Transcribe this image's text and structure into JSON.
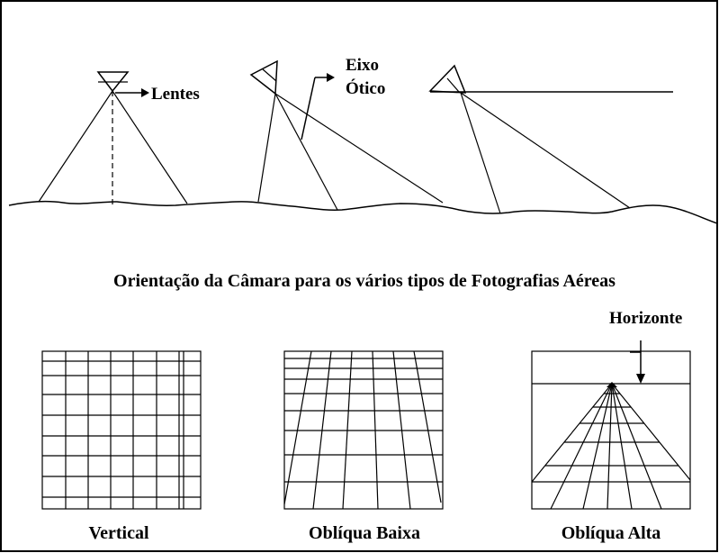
{
  "top_labels": {
    "lens": "Lentes",
    "optical_axis_line1": "Eixo",
    "optical_axis_line2": "Ótico"
  },
  "title": "Orientação da Câmara para os vários tipos de Fotografias Aéreas",
  "horizon_label": "Horizonte",
  "captions": {
    "vertical": "Vertical",
    "low_oblique": "Oblíqua Baixa",
    "high_oblique": "Oblíqua Alta"
  },
  "colors": {
    "ink": "#000000",
    "background": "#ffffff"
  }
}
